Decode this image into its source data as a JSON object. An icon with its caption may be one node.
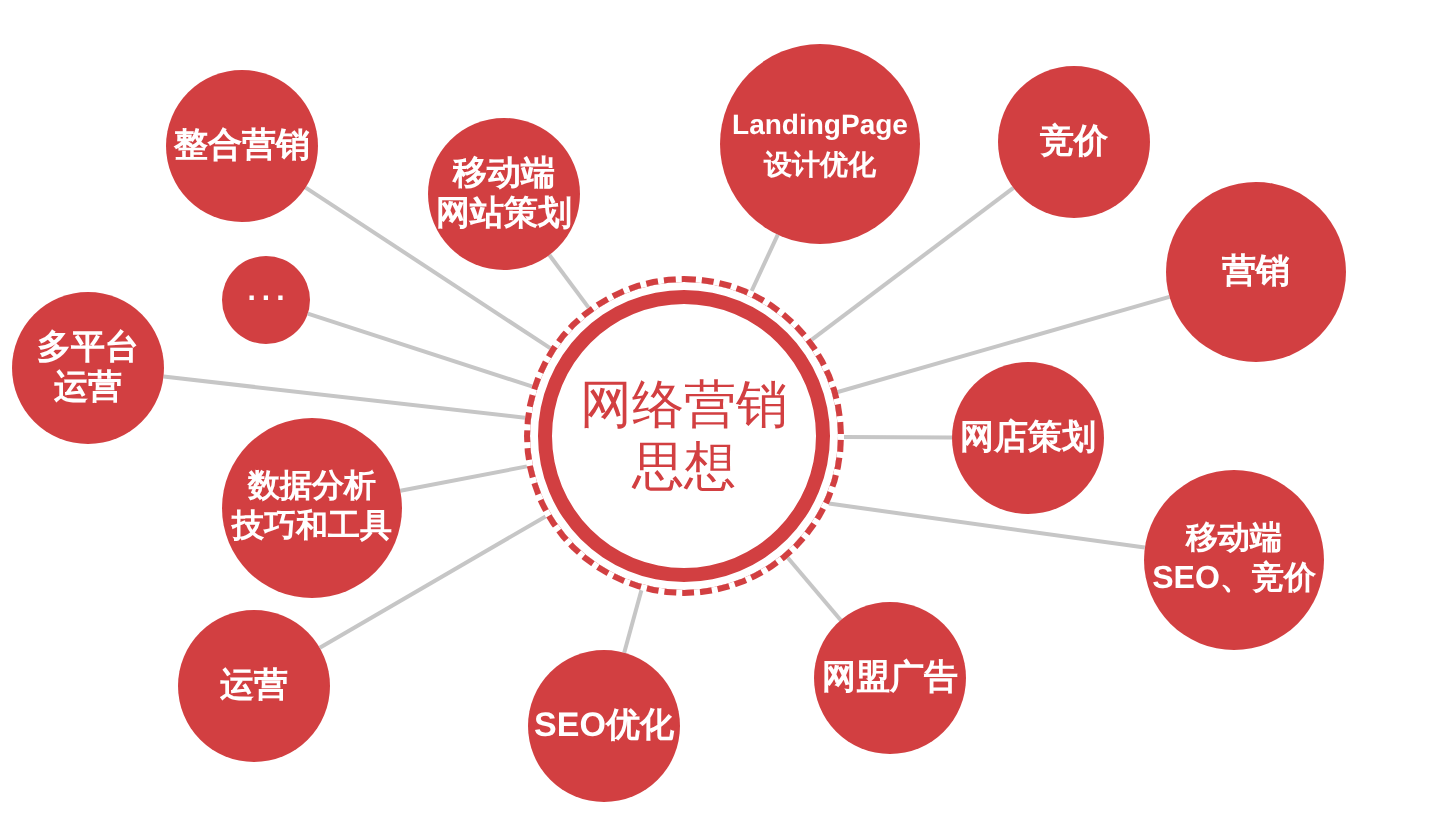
{
  "diagram": {
    "nodes": [
      {
        "text": [
          "网络营销思想"
        ]
      },
      {
        "text": [
          "整合营销"
        ]
      },
      {
        "text": [
          "移动端网站策划"
        ]
      },
      {
        "text": [
          "LandingPage设计优化"
        ]
      },
      {
        "text": [
          "竞价"
        ]
      },
      {
        "text": [
          "营销"
        ]
      },
      {
        "text": [
          "..."
        ]
      },
      {
        "text": [
          "多平台运营"
        ]
      },
      {
        "text": [
          "网店策划"
        ]
      },
      {
        "text": [
          "数据分析技巧和工具"
        ]
      },
      {
        "text": [
          "移动端SEO、竞价"
        ]
      },
      {
        "text": [
          "运营"
        ]
      },
      {
        "text": [
          "网盟广告"
        ]
      },
      {
        "text": [
          "SEO优化"
        ]
      }
    ],
    "edges": [
      {
        "from": 0,
        "to": 1,
        "arrow": "none"
      },
      {
        "from": 0,
        "to": 2,
        "arrow": "none"
      },
      {
        "from": 0,
        "to": 3,
        "arrow": "none"
      },
      {
        "from": 0,
        "to": 4,
        "arrow": "none"
      },
      {
        "from": 0,
        "to": 5,
        "arrow": "none"
      },
      {
        "from": 0,
        "to": 6,
        "arrow": "none"
      },
      {
        "from": 0,
        "to": 7,
        "arrow": "none"
      },
      {
        "from": 0,
        "to": 8,
        "arrow": "none"
      },
      {
        "from": 0,
        "to": 9,
        "arrow": "none"
      },
      {
        "from": 0,
        "to": 10,
        "arrow": "none"
      },
      {
        "from": 0,
        "to": 11,
        "arrow": "none"
      },
      {
        "from": 0,
        "to": 12,
        "arrow": "none"
      },
      {
        "from": 0,
        "to": 13,
        "arrow": "none"
      }
    ]
  }
}
